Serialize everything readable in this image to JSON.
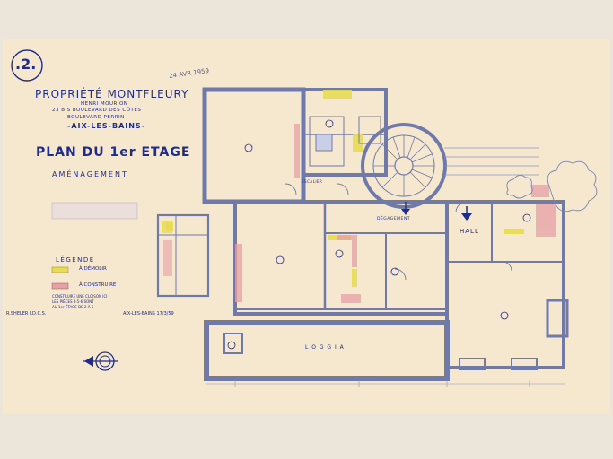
{
  "sheet_number": ".2.",
  "stamp_date": "24 AVR 1959",
  "title_block": {
    "property_name": "PROPRIÉTÉ MONTFLEURY",
    "owner": "HENRI MOURION",
    "address_line1": "23 BIS BOULEVARD DES CÔTES",
    "address_line2": "BOULEVARD PERRIN",
    "city": "-AIX-LES-BAINS-"
  },
  "plan_title": "PLAN DU 1er ETAGE",
  "plan_subtitle": "AMÉNAGEMENT",
  "legend": {
    "title": "LÉGENDE",
    "items": [
      {
        "label": "À DÉMOLIR",
        "color": "#e8dc52"
      },
      {
        "label": "À CONSTRUIRE",
        "color": "#e6a0a6"
      }
    ]
  },
  "notes": [
    "CONSTRUIRE UNE CLOISON ICI",
    "LES PIÈCES 4-5-6 SONT",
    "AU 1er ÉTAGE DE 2 À 5"
  ],
  "signature": "R.SHELER I.D.C.S.",
  "signature_place_date": "AIX-LES-BAINS 17/3/59",
  "room_labels": {
    "hall": "HALL",
    "loggia": "L O G G I A",
    "degagement": "DÉGAGEMENT",
    "escalier": "ESCALIER"
  },
  "colors": {
    "ink": "#1e2c8c",
    "wall": "#6f7aa8",
    "demolish": "#e8dc52",
    "construct": "#e6a0a6",
    "paper": "#f6e7cf"
  }
}
